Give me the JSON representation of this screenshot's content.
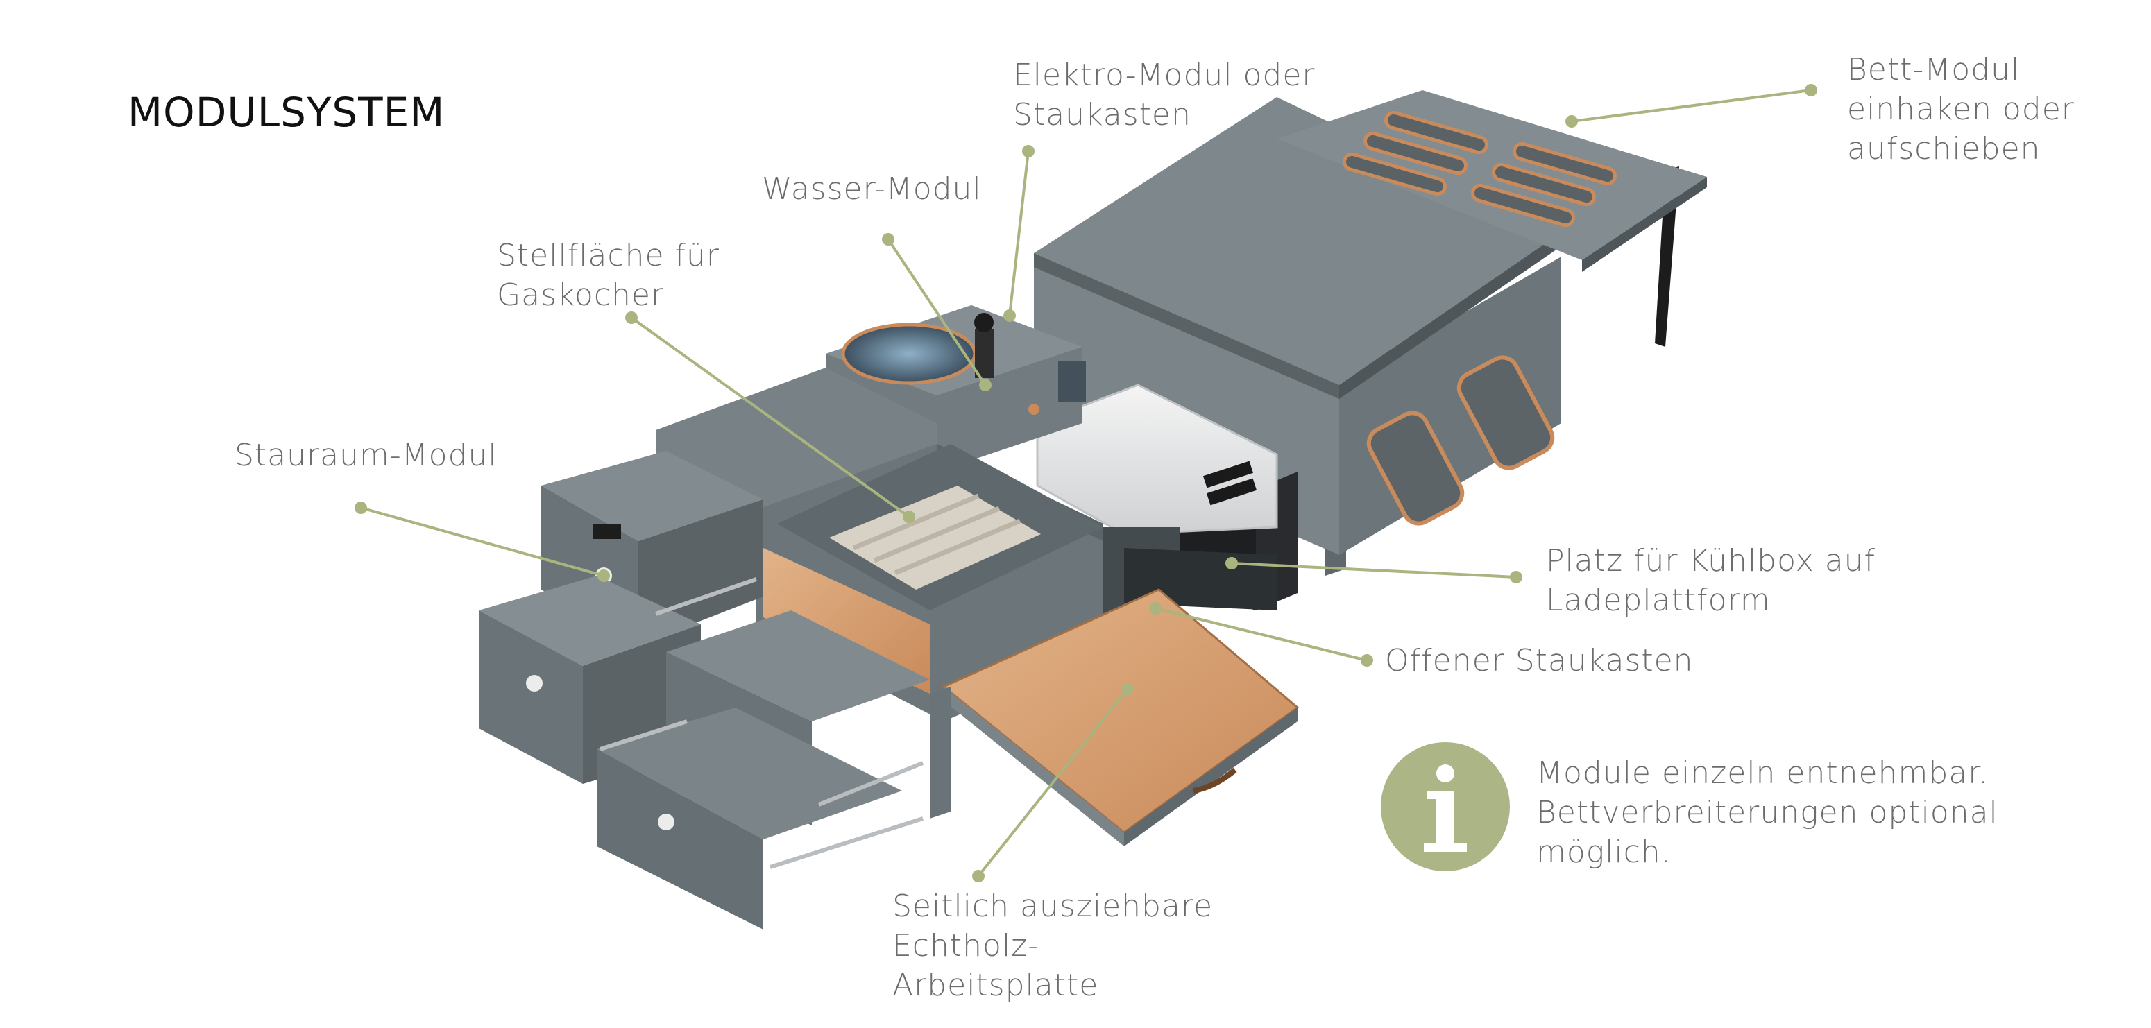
{
  "title": "MODULSYSTEM",
  "labels": {
    "elektro": [
      "Elektro-Modul oder",
      "Staukasten"
    ],
    "bett": [
      "Bett-Modul",
      "einhaken oder",
      "aufschieben"
    ],
    "wasser": [
      "Wasser-Modul"
    ],
    "gaskocher": [
      "Stellfläche für",
      "Gaskocher"
    ],
    "stauraum": [
      "Stauraum-Modul"
    ],
    "kuehlbox": [
      "Platz für Kühlbox auf",
      "Ladeplattform"
    ],
    "staukasten": [
      "Offener Staukasten"
    ],
    "arbeitsplatte": [
      "Seitlich ausziehbare",
      "Echtholz-",
      "Arbeitsplatte"
    ]
  },
  "info": {
    "icon": "info-icon",
    "lines": [
      "Module einzeln entnehmbar.",
      "Bettverbreiterungen optional",
      "möglich."
    ]
  },
  "colors": {
    "accent": "#abb585",
    "leader": "#a9b47e",
    "panel": "#6f787c",
    "panel_dark": "#5a6266",
    "panel_light": "#8a9397",
    "wood": "#c98b5b",
    "worktop": "#d9a57a"
  }
}
